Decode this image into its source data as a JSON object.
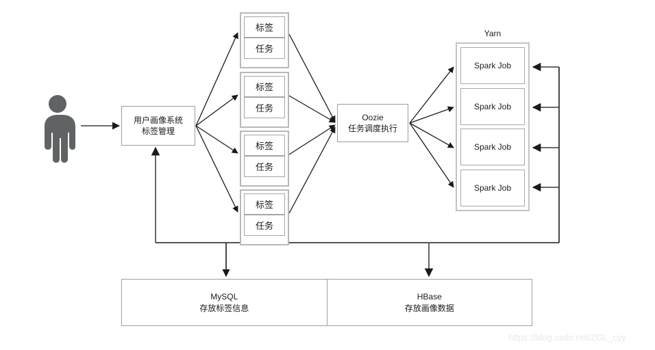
{
  "diagram": {
    "title_watermark": "https://blog.csdn.net/ZGL_cyy",
    "actor": {
      "icon": "user-person-icon"
    },
    "system": {
      "line1": "用户画像系统",
      "line2": "标签管理"
    },
    "groups": [
      {
        "tag": "标签",
        "task": "任务"
      },
      {
        "tag": "标签",
        "task": "任务"
      },
      {
        "tag": "标签",
        "task": "任务"
      },
      {
        "tag": "标签",
        "task": "任务"
      }
    ],
    "scheduler": {
      "line1": "Oozie",
      "line2": "任务调度执行"
    },
    "yarn": {
      "label": "Yarn",
      "jobs": [
        {
          "label": "Spark Job"
        },
        {
          "label": "Spark Job"
        },
        {
          "label": "Spark Job"
        },
        {
          "label": "Spark Job"
        }
      ]
    },
    "storage": [
      {
        "name": "MySQL",
        "desc": "存放标签信息"
      },
      {
        "name": "HBase",
        "desc": "存放画像数据"
      }
    ],
    "colors": {
      "box_border": "#9b9b9b",
      "group_border": "#b8b8b8",
      "yarn_border": "#c2c2c2",
      "arrow": "#1a1a1a",
      "bus": "#555555",
      "actor_fill": "#5f6364",
      "text": "#1a1a1a",
      "watermark": "#e9e9e9",
      "background": "#ffffff"
    }
  }
}
